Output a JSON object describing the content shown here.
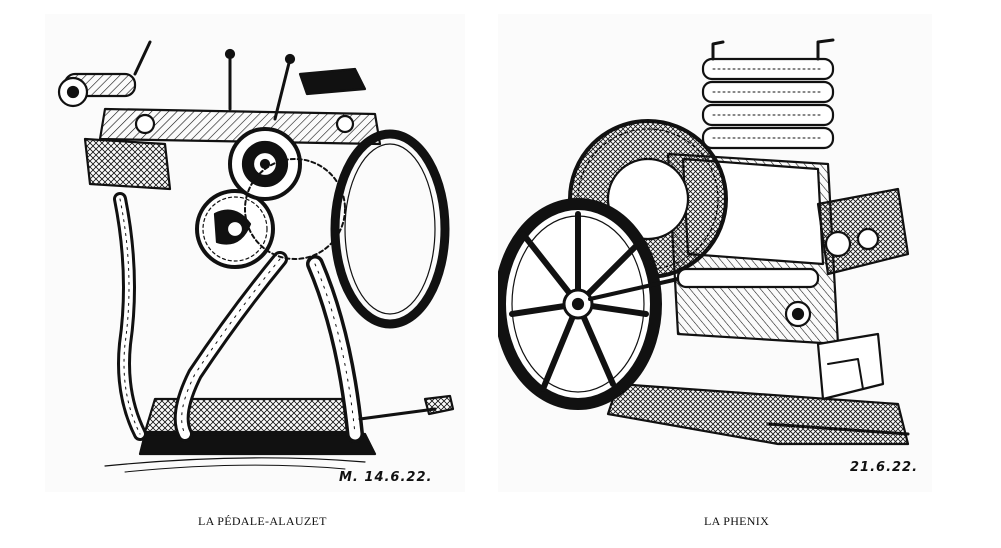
{
  "drawings": [
    {
      "caption": "LA PÉDALE-ALAUZET",
      "date_inscription": "M. 14.6.22."
    },
    {
      "caption": "LA PHENIX",
      "date_inscription": "21.6.22."
    }
  ],
  "colors": {
    "ink": "#111111",
    "paper": "#fbfbfb",
    "background": "#ffffff"
  }
}
